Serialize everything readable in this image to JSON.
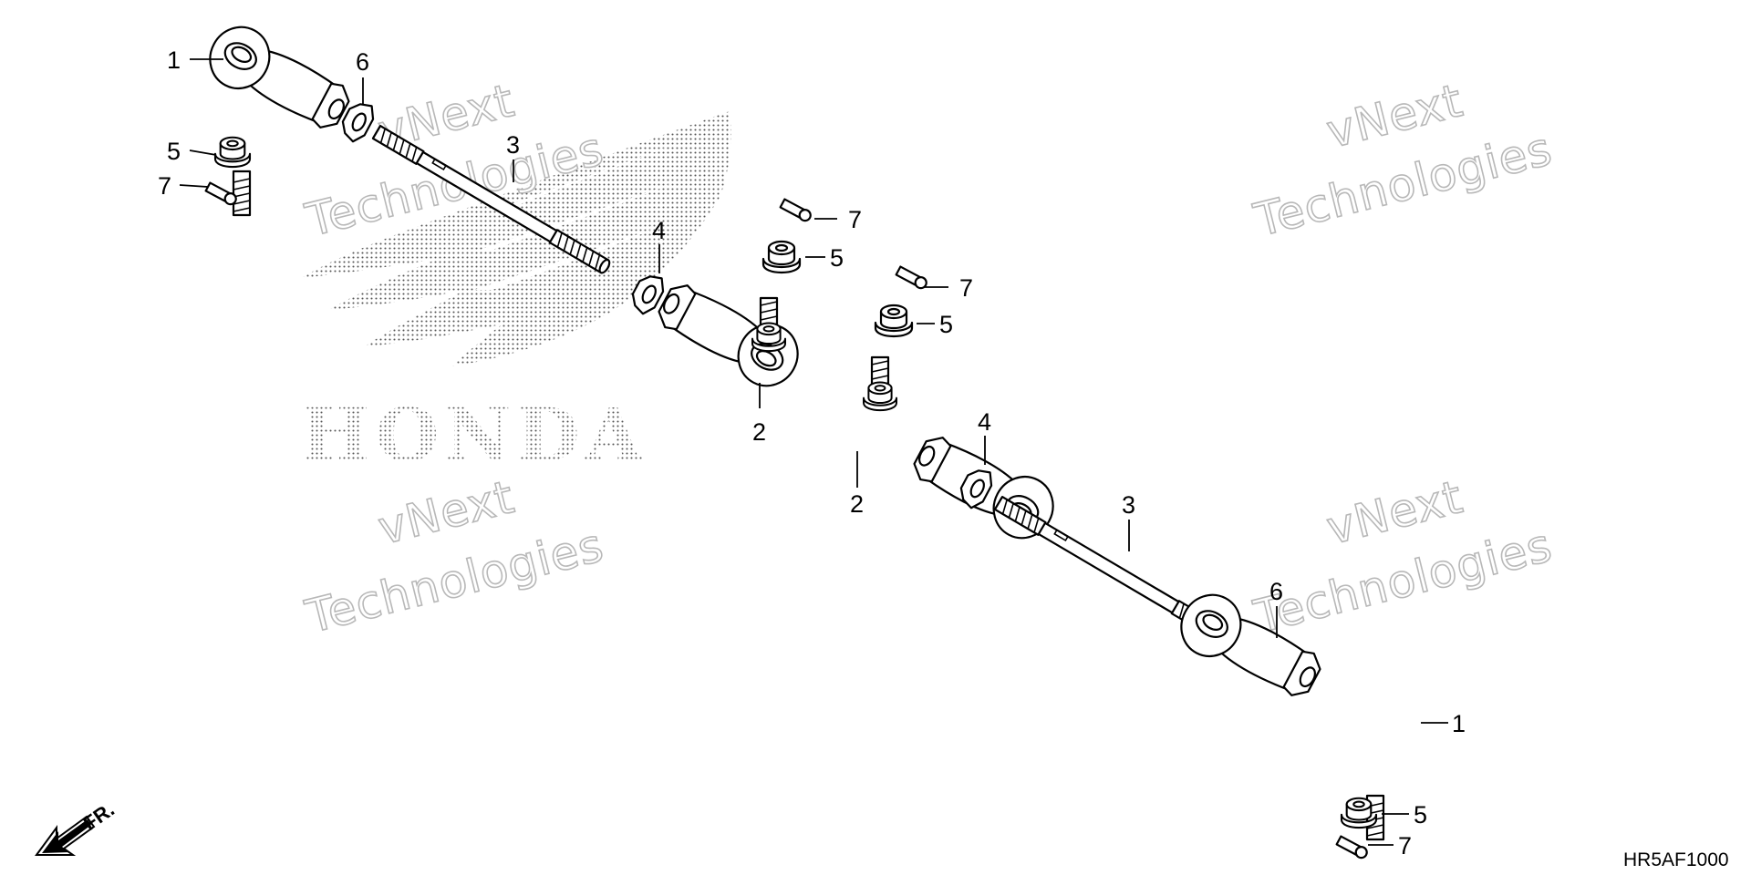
{
  "diagram": {
    "diagram_code": "HR5AF1000",
    "direction_label": "FR.",
    "brand_logo_text": "HONDA",
    "watermark": {
      "line1": "vNext",
      "line2": "Technologies"
    },
    "callouts": {
      "c1a": "1",
      "c6a": "6",
      "c5a": "5",
      "c7a": "7",
      "c3a": "3",
      "c4a": "4",
      "c7b": "7",
      "c5b": "5",
      "c7c": "7",
      "c5c": "5",
      "c2a": "2",
      "c4b": "4",
      "c2b": "2",
      "c3b": "3",
      "c6b": "6",
      "c1b": "1",
      "c5d": "5",
      "c7d": "7"
    }
  }
}
